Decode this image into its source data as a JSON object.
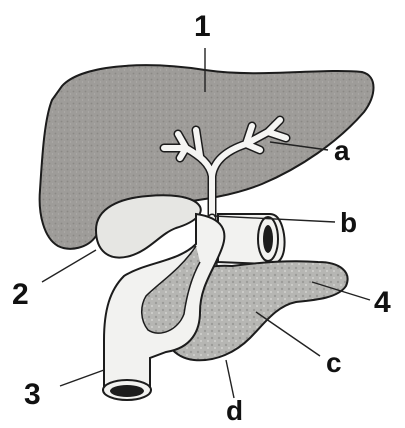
{
  "diagram": {
    "organs": [
      {
        "id": "liver",
        "icon": "liver-icon"
      },
      {
        "id": "gallbladder",
        "icon": "gallbladder-icon"
      },
      {
        "id": "duodenum",
        "icon": "duodenum-icon"
      },
      {
        "id": "pancreas",
        "icon": "pancreas-icon"
      },
      {
        "id": "stomach-stump",
        "icon": "stomach-stump-icon"
      },
      {
        "id": "bile-ducts",
        "icon": "bile-ducts-icon"
      }
    ],
    "labels": {
      "n1": "1",
      "n2": "2",
      "n3": "3",
      "n4": "4",
      "a": "a",
      "b": "b",
      "c": "c",
      "d": "d"
    },
    "colors": {
      "liver": "#9e9c99",
      "gallbladder": "#e6e6e3",
      "duodenum": "#f2f2f0",
      "pancreas": "#b6b6b3",
      "outline": "#1c1c1c",
      "ducts": "#f5f5f3"
    }
  }
}
